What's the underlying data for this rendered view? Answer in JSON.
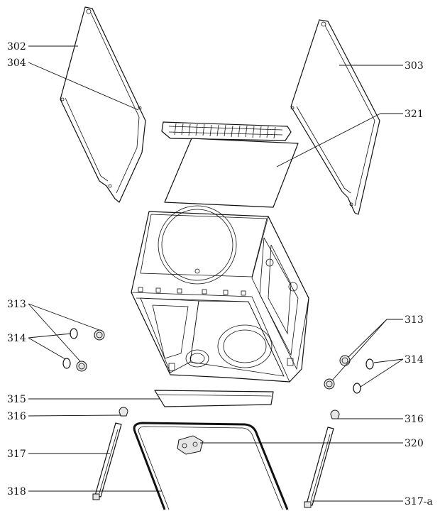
{
  "labels": {
    "l302": "302",
    "l304": "304",
    "l303": "303",
    "l321": "321",
    "l313_left": "313",
    "l314_left": "314",
    "l313_right": "313",
    "l314_right": "314",
    "l315": "315",
    "l316_left": "316",
    "l316_right": "316",
    "l317": "317",
    "l320": "320",
    "l318": "318",
    "l317a": "317-a"
  },
  "colors": {
    "line": "#111111",
    "background": "#ffffff"
  }
}
